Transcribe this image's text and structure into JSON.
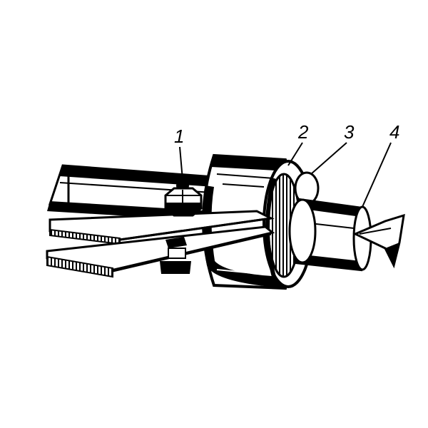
{
  "labels": [
    {
      "id": "1",
      "text": "1",
      "part": "nut"
    },
    {
      "id": "2",
      "text": "2",
      "part": "washer"
    },
    {
      "id": "3",
      "text": "3",
      "part": "collar"
    },
    {
      "id": "4",
      "text": "4",
      "part": "cone-tip"
    }
  ],
  "colors": {
    "ink": "#000000",
    "paper": "#ffffff"
  }
}
